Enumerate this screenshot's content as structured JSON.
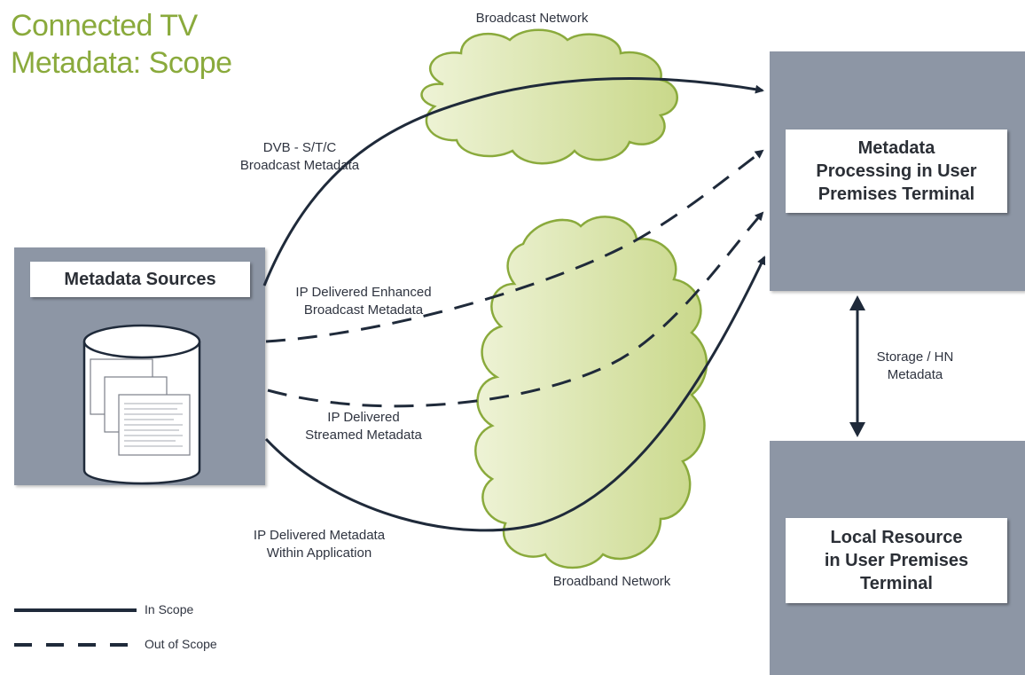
{
  "title": {
    "line1": "Connected TV",
    "line2": "Metadata: Scope"
  },
  "nodes": {
    "sources": "Metadata Sources",
    "processing": "Metadata\nProcessing in User\nPremises Terminal",
    "local": "Local Resource\nin User Premises\nTerminal"
  },
  "clouds": {
    "broadcast": "Broadcast Network",
    "broadband": "Broadband Network"
  },
  "edges": {
    "dvb": "DVB - S/T/C\nBroadcast Metadata",
    "ip_enhanced": "IP Delivered Enhanced\nBroadcast Metadata",
    "ip_streamed": "IP Delivered\nStreamed Metadata",
    "ip_application": "IP Delivered Metadata\nWithin Application",
    "storage": "Storage / HN\nMetadata"
  },
  "legend": {
    "in_scope": "In Scope",
    "out_of_scope": "Out of Scope"
  },
  "colors": {
    "title": "#8aaa3c",
    "panel": "#8d96a5",
    "cloud_fill": "#dde6b0",
    "cloud_stroke": "#8aaa3c",
    "line": "#1f2a3a"
  }
}
